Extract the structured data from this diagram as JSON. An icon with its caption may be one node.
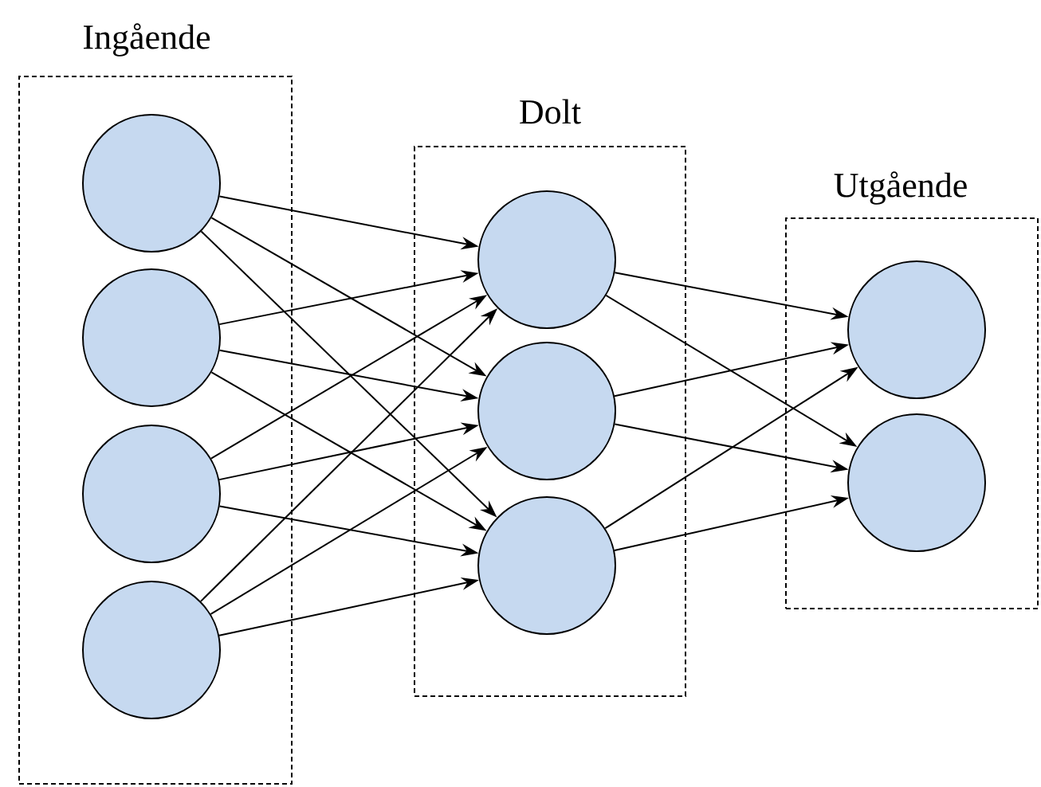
{
  "diagram": {
    "nodes": [
      {
        "text": [
          "Ingående"
        ]
      },
      {
        "text": [],
        "shape": "circle",
        "in": 0
      },
      {
        "text": [],
        "shape": "circle",
        "in": 0
      },
      {
        "text": [],
        "shape": "circle",
        "in": 0
      },
      {
        "text": [],
        "shape": "circle",
        "in": 0
      },
      {
        "text": [
          "Dolt"
        ]
      },
      {
        "text": [],
        "shape": "circle",
        "in": 5
      },
      {
        "text": [],
        "shape": "circle",
        "in": 5
      },
      {
        "text": [],
        "shape": "circle",
        "in": 5
      },
      {
        "text": [
          "Utgående"
        ]
      },
      {
        "text": [],
        "shape": "circle",
        "in": 9
      },
      {
        "text": [],
        "shape": "circle",
        "in": 9
      }
    ],
    "edges": [
      {
        "from": 1,
        "to": 6,
        "arrow": "to"
      },
      {
        "from": 1,
        "to": 7,
        "arrow": "to"
      },
      {
        "from": 1,
        "to": 8,
        "arrow": "to"
      },
      {
        "from": 2,
        "to": 6,
        "arrow": "to"
      },
      {
        "from": 2,
        "to": 7,
        "arrow": "to"
      },
      {
        "from": 2,
        "to": 8,
        "arrow": "to"
      },
      {
        "from": 3,
        "to": 6,
        "arrow": "to"
      },
      {
        "from": 3,
        "to": 7,
        "arrow": "to"
      },
      {
        "from": 3,
        "to": 8,
        "arrow": "to"
      },
      {
        "from": 4,
        "to": 6,
        "arrow": "to"
      },
      {
        "from": 4,
        "to": 7,
        "arrow": "to"
      },
      {
        "from": 4,
        "to": 8,
        "arrow": "to"
      },
      {
        "from": 6,
        "to": 10,
        "arrow": "to"
      },
      {
        "from": 6,
        "to": 11,
        "arrow": "to"
      },
      {
        "from": 7,
        "to": 10,
        "arrow": "to"
      },
      {
        "from": 7,
        "to": 11,
        "arrow": "to"
      },
      {
        "from": 8,
        "to": 10,
        "arrow": "to"
      },
      {
        "from": 8,
        "to": 11,
        "arrow": "to"
      }
    ]
  }
}
